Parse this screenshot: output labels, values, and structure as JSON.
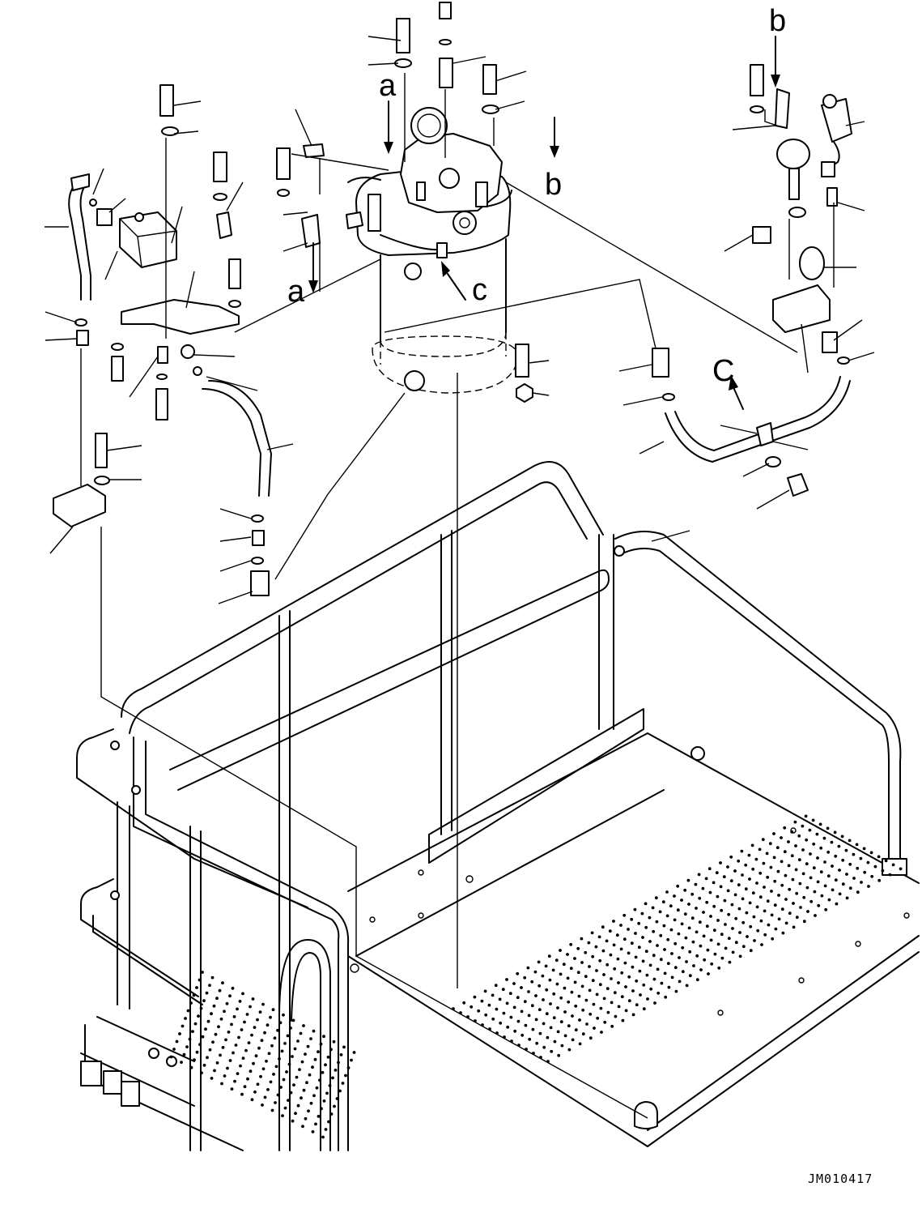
{
  "figure": {
    "drawing_code": "JM010417",
    "view_labels": [
      {
        "id": "a-top",
        "text": "a"
      },
      {
        "id": "a-bottom",
        "text": "a"
      },
      {
        "id": "b-top",
        "text": "b"
      },
      {
        "id": "b-right",
        "text": "b"
      },
      {
        "id": "c-tank",
        "text": "c"
      },
      {
        "id": "c-hose",
        "text": "C"
      }
    ]
  }
}
